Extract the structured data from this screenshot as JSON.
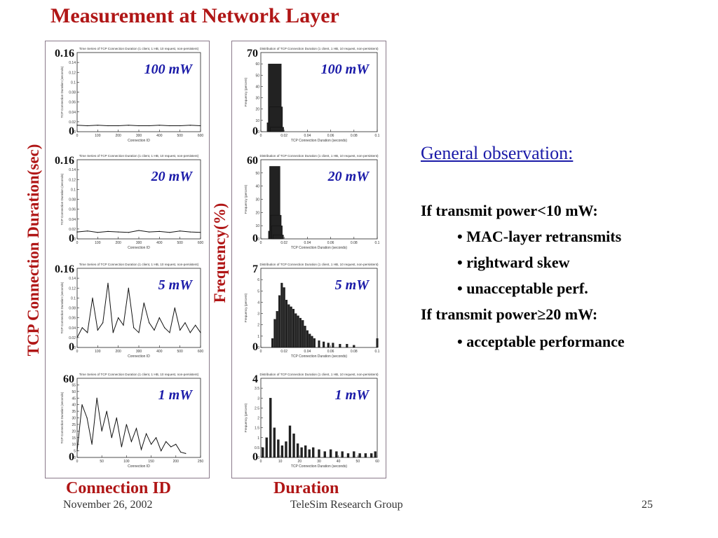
{
  "slide": {
    "title": "Measurement at Network Layer",
    "left_axis_label": "TCP Connection Duration(sec)",
    "right_axis_label": "Frequency(%)",
    "left_x_label": "Connection ID",
    "right_x_label": "Duration"
  },
  "observation": {
    "heading": "General observation:",
    "lines": [
      "If transmit power<10 mW:",
      "• MAC-layer retransmits",
      "• rightward skew",
      "• unacceptable perf.",
      "If transmit power≥20 mW:",
      "• acceptable performance"
    ]
  },
  "footer": {
    "date": "November 26, 2002",
    "org": "TeleSim Research Group",
    "page": "25"
  },
  "colors": {
    "accent": "#b01616",
    "power_label": "#1a1aa8",
    "heading": "#1a1aa8"
  },
  "chart_data": [
    {
      "type": "line",
      "power_label": "100 mW",
      "title": "Time Series of TCP Connection Duration (1 client, 1 HB, 10 request, non-persistent)",
      "xlabel": "Connection ID",
      "ylabel": "TCP Connection Duration (seconds)",
      "xlim": [
        0,
        600
      ],
      "ylim": [
        0,
        0.16
      ],
      "x_ticks": [
        "0",
        "100",
        "200",
        "300",
        "400",
        "500",
        "600"
      ],
      "y_ticks": [
        "0",
        "0.02",
        "0.04",
        "0.06",
        "0.08",
        "0.1",
        "0.12",
        "0.14"
      ],
      "y_big": [
        "0.16",
        "0"
      ],
      "series": [
        {
          "x": [
            0,
            50,
            100,
            150,
            200,
            250,
            300,
            350,
            400,
            450,
            500,
            550,
            600
          ],
          "y": [
            0.013,
            0.012,
            0.013,
            0.012,
            0.012,
            0.013,
            0.012,
            0.012,
            0.013,
            0.012,
            0.012,
            0.013,
            0.012
          ]
        }
      ]
    },
    {
      "type": "bar",
      "power_label": "100 mW",
      "title": "Distribution of TCP Connection Duration (1 client, 1 HB, 10 request, non-persistent)",
      "xlabel": "TCP Connection Duration (seconds)",
      "ylabel": "Frequency (percent)",
      "xlim": [
        0,
        0.1
      ],
      "ylim": [
        0,
        70
      ],
      "x_ticks": [
        "0",
        "0.02",
        "0.04",
        "0.06",
        "0.08",
        "0.1"
      ],
      "y_ticks": [
        "0",
        "10",
        "20",
        "30",
        "40",
        "50",
        "60"
      ],
      "y_big": [
        "70",
        "0"
      ],
      "x": [
        0.011,
        0.012,
        0.013,
        0.014
      ],
      "values": [
        8,
        60,
        22,
        4
      ]
    },
    {
      "type": "line",
      "power_label": "20 mW",
      "title": "Time Series of TCP Connection Duration (1 client, 1 HB, 10 request, non-persistent)",
      "xlabel": "Connection ID",
      "ylabel": "TCP Connection Duration (seconds)",
      "xlim": [
        0,
        600
      ],
      "ylim": [
        0,
        0.16
      ],
      "x_ticks": [
        "0",
        "100",
        "200",
        "300",
        "400",
        "500",
        "600"
      ],
      "y_ticks": [
        "0",
        "0.02",
        "0.04",
        "0.06",
        "0.08",
        "0.1",
        "0.12",
        "0.14"
      ],
      "y_big": [
        "0.16",
        "0"
      ],
      "series": [
        {
          "x": [
            0,
            50,
            100,
            150,
            200,
            250,
            300,
            350,
            400,
            450,
            500,
            550,
            600
          ],
          "y": [
            0.014,
            0.016,
            0.013,
            0.015,
            0.014,
            0.013,
            0.017,
            0.014,
            0.015,
            0.013,
            0.016,
            0.014,
            0.013
          ]
        }
      ]
    },
    {
      "type": "bar",
      "power_label": "20 mW",
      "title": "Distribution of TCP Connection Duration (1 client, 1 HB, 10 request, non-persistent)",
      "xlabel": "TCP Connection Duration (seconds)",
      "ylabel": "Frequency (percent)",
      "xlim": [
        0,
        0.1
      ],
      "ylim": [
        0,
        60
      ],
      "x_ticks": [
        "0",
        "0.02",
        "0.04",
        "0.06",
        "0.08",
        "0.1"
      ],
      "y_ticks": [
        "0",
        "10",
        "20",
        "30",
        "40",
        "50"
      ],
      "y_big": [
        "60",
        "0"
      ],
      "x": [
        0.011,
        0.012,
        0.013,
        0.014,
        0.015
      ],
      "values": [
        6,
        55,
        18,
        10,
        3
      ]
    },
    {
      "type": "line",
      "power_label": "5 mW",
      "title": "Time Series of TCP Connection Duration (1 client, 1 HB, 10 request, non-persistent)",
      "xlabel": "Connection ID",
      "ylabel": "TCP Connection Duration (seconds)",
      "xlim": [
        0,
        600
      ],
      "ylim": [
        0,
        0.16
      ],
      "x_ticks": [
        "0",
        "100",
        "200",
        "300",
        "400",
        "500",
        "600"
      ],
      "y_ticks": [
        "0",
        "0.02",
        "0.04",
        "0.06",
        "0.08",
        "0.1",
        "0.12",
        "0.14"
      ],
      "y_big": [
        "0.16",
        "0"
      ],
      "series": [
        {
          "x": [
            0,
            25,
            50,
            75,
            100,
            125,
            150,
            175,
            200,
            225,
            250,
            275,
            300,
            325,
            350,
            375,
            400,
            425,
            450,
            475,
            500,
            525,
            550,
            575,
            600
          ],
          "y": [
            0.02,
            0.04,
            0.03,
            0.1,
            0.035,
            0.05,
            0.13,
            0.03,
            0.06,
            0.045,
            0.12,
            0.04,
            0.03,
            0.09,
            0.05,
            0.035,
            0.06,
            0.04,
            0.03,
            0.08,
            0.035,
            0.05,
            0.03,
            0.045,
            0.03
          ]
        }
      ]
    },
    {
      "type": "bar",
      "power_label": "5 mW",
      "title": "Distribution of TCP Connection Duration (1 client, 1 HB, 10 request, non-persistent)",
      "xlabel": "TCP Connection Duration (seconds)",
      "ylabel": "Frequency (percent)",
      "xlim": [
        0,
        0.1
      ],
      "ylim": [
        0,
        7
      ],
      "x_ticks": [
        "0",
        "0.02",
        "0.04",
        "0.06",
        "0.08",
        "0.1"
      ],
      "y_ticks": [
        "0",
        "1",
        "2",
        "3",
        "4",
        "5",
        "6"
      ],
      "y_big": [
        "7",
        "0"
      ],
      "x": [
        0.01,
        0.012,
        0.014,
        0.016,
        0.018,
        0.02,
        0.022,
        0.024,
        0.026,
        0.028,
        0.03,
        0.032,
        0.034,
        0.036,
        0.038,
        0.04,
        0.042,
        0.044,
        0.046,
        0.05,
        0.054,
        0.058,
        0.062,
        0.068,
        0.074,
        0.08,
        0.1
      ],
      "values": [
        0.8,
        2.5,
        3.2,
        4.6,
        5.7,
        5.3,
        4.2,
        3.8,
        3.6,
        3.4,
        3.0,
        2.8,
        2.6,
        2.4,
        1.9,
        1.5,
        1.2,
        1.0,
        0.8,
        0.6,
        0.5,
        0.4,
        0.4,
        0.3,
        0.3,
        0.2,
        0.8
      ]
    },
    {
      "type": "line",
      "power_label": "1 mW",
      "title": "Time Series of TCP Connection Duration (1 client, 1 HB, 10 request, non-persistent)",
      "xlabel": "Connection ID",
      "ylabel": "TCP Connection Duration (seconds)",
      "xlim": [
        0,
        250
      ],
      "ylim": [
        0,
        60
      ],
      "x_ticks": [
        "0",
        "50",
        "100",
        "150",
        "200",
        "250"
      ],
      "y_ticks": [
        "0",
        "5",
        "10",
        "15",
        "20",
        "25",
        "30",
        "35",
        "40",
        "45",
        "50",
        "55"
      ],
      "y_big": [
        "60",
        "0"
      ],
      "series": [
        {
          "x": [
            0,
            10,
            20,
            30,
            40,
            50,
            60,
            70,
            80,
            90,
            100,
            110,
            120,
            130,
            140,
            150,
            160,
            170,
            180,
            190,
            200,
            210,
            220
          ],
          "y": [
            5,
            40,
            30,
            10,
            45,
            20,
            35,
            15,
            30,
            8,
            25,
            12,
            22,
            6,
            18,
            10,
            15,
            5,
            12,
            8,
            10,
            4,
            3
          ]
        }
      ]
    },
    {
      "type": "bar",
      "power_label": "1 mW",
      "title": "Distribution of TCP Connection Duration (1 client, 1 HB, 10 request, non-persistent)",
      "xlabel": "TCP Connection Duration (seconds)",
      "ylabel": "Frequency (percent)",
      "xlim": [
        0,
        60
      ],
      "ylim": [
        0,
        4
      ],
      "x_ticks": [
        "0",
        "10",
        "20",
        "30",
        "40",
        "50",
        "60"
      ],
      "y_ticks": [
        "0",
        "0.5",
        "1",
        "1.5",
        "2",
        "2.5",
        "3",
        "3.5"
      ],
      "y_big": [
        "4",
        "0"
      ],
      "x": [
        1,
        3,
        5,
        7,
        9,
        11,
        13,
        15,
        17,
        19,
        21,
        23,
        25,
        27,
        30,
        33,
        36,
        39,
        42,
        45,
        48,
        51,
        54,
        57,
        59
      ],
      "values": [
        0.5,
        1.0,
        3.0,
        1.5,
        0.9,
        0.6,
        0.8,
        1.6,
        1.2,
        0.7,
        0.5,
        0.6,
        0.4,
        0.5,
        0.4,
        0.3,
        0.4,
        0.3,
        0.3,
        0.2,
        0.3,
        0.2,
        0.2,
        0.2,
        0.3
      ]
    }
  ]
}
